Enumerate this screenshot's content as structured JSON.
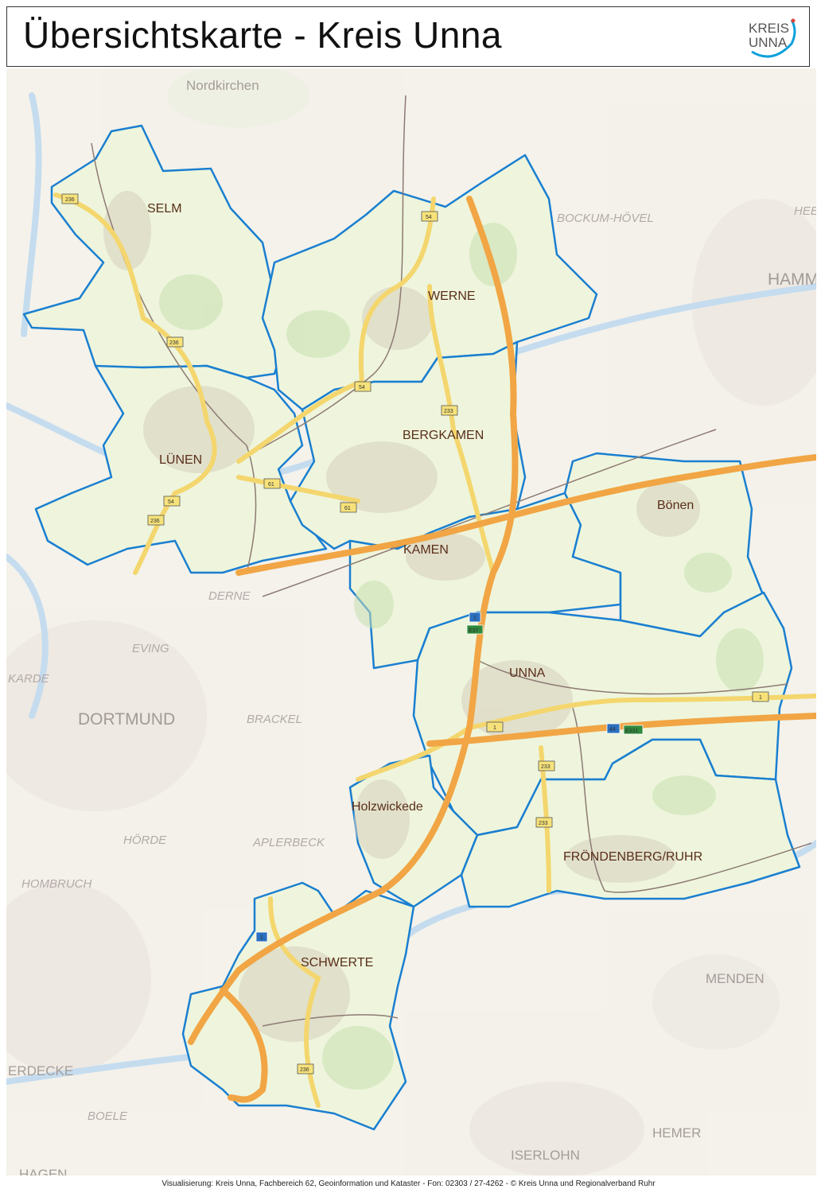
{
  "title": "Übersichtskarte - Kreis Unna",
  "logo": {
    "line1": "KREIS",
    "line2": "UNNA",
    "accent_color": "#0aa0dc"
  },
  "footer": "Visualisierung: Kreis Unna, Fachbereich 62, Geoinformation und Kataster - Fon: 02303 / 27-4262 - © Kreis Unna und Regionalverband Ruhr",
  "colors": {
    "boundary": "#1a7fd0",
    "district_fill": "#eef5dc",
    "autobahn": "#f1a544",
    "bundesstrasse": "#f4d66e",
    "water": "#b9d3ea"
  },
  "municipalities": [
    "SELM",
    "WERNE",
    "BERGKAMEN",
    "LÜNEN",
    "Bönen",
    "KAMEN",
    "UNNA",
    "Holzwickede",
    "FRÖNDENBERG/RUHR",
    "SCHWERTE"
  ],
  "cities": [
    "DORTMUND",
    "HAMM",
    "MENDEN",
    "HEMER",
    "ISERLOHN",
    "HAGEN",
    "ERDECKE"
  ],
  "towns": [
    "Nordkirchen"
  ],
  "districts": [
    "BOCKUM-HÖVEL",
    "DERNE",
    "EVING",
    "BRACKEL",
    "HÖRDE",
    "APLERBECK",
    "HOMBRUCH",
    "BOELE",
    "KARDE",
    "HEE"
  ],
  "road_shields": [
    "236",
    "54",
    "236",
    "54",
    "233",
    "61",
    "61",
    "54",
    "236",
    "1",
    "E37",
    "1",
    "1",
    "44",
    "E331",
    "233",
    "233",
    "1",
    "236"
  ]
}
